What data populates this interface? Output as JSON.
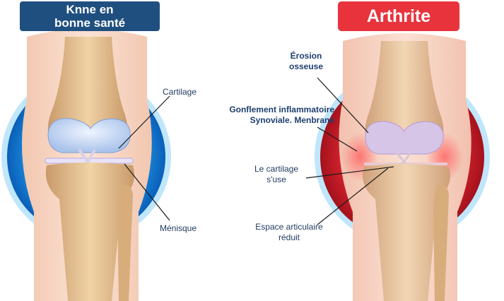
{
  "healthy": {
    "title_line1": "Knne en",
    "title_line2": "bonne santé",
    "title_color": "#1f4f7f",
    "circle_color": "#1e8fe0",
    "labels": {
      "cartilage": "Cartilage",
      "menisque": "Ménisque"
    }
  },
  "arthritis": {
    "title": "Arthrite",
    "title_color": "#e8333d",
    "circle_color": "#d9232f",
    "labels": {
      "erosion_line1": "Érosion",
      "erosion_line2": "osseuse",
      "gonflement_line1": "Gonflement inflammatoire",
      "gonflement_line2": "Synoviale. Menbrane",
      "cartilage_line1": "Le cartilage",
      "cartilage_line2": "s'use",
      "espace_line1": "Espace articulaire",
      "espace_line2": "réduit"
    }
  }
}
